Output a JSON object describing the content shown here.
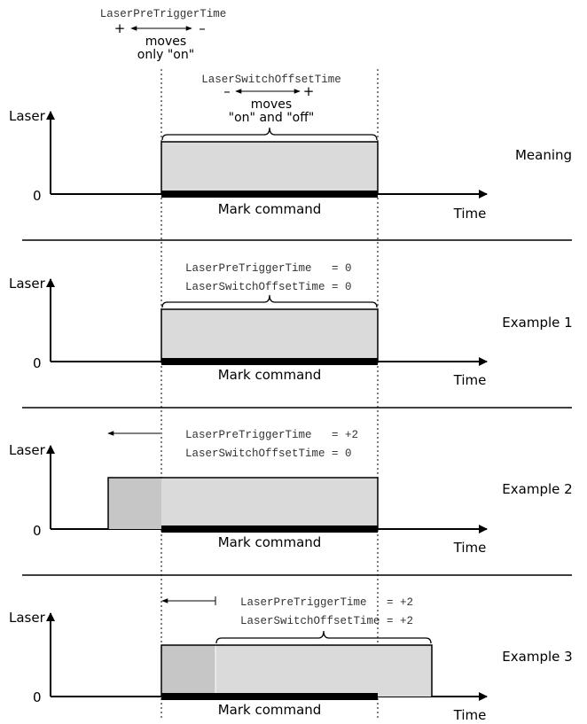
{
  "labels": {
    "laser": "Laser",
    "zero": "0",
    "time": "Time",
    "mark_command": "Mark command",
    "plus": "+",
    "minus": "–"
  },
  "header": {
    "pretrigger_name": "LaserPreTriggerTime",
    "pretrigger_note_line1": "moves",
    "pretrigger_note_line2": "only \"on\""
  },
  "meaning": {
    "title": "Meaning",
    "offset_name": "LaserSwitchOffsetTime",
    "offset_note_line1": "moves",
    "offset_note_line2": "\"on\" and \"off\""
  },
  "example1": {
    "title": "Example 1",
    "line1": "LaserPreTriggerTime   = 0",
    "line2": "LaserSwitchOffsetTime = 0"
  },
  "example2": {
    "title": "Example 2",
    "line1": "LaserPreTriggerTime   = +2",
    "line2": "LaserSwitchOffsetTime = 0"
  },
  "example3": {
    "title": "Example 3",
    "line1": "LaserPreTriggerTime   = +2",
    "line2": "LaserSwitchOffsetTime = +2"
  },
  "colors": {
    "box_fill": "#dadada",
    "pretrigger_fill": "#c6c6c6",
    "line": "#000000"
  }
}
